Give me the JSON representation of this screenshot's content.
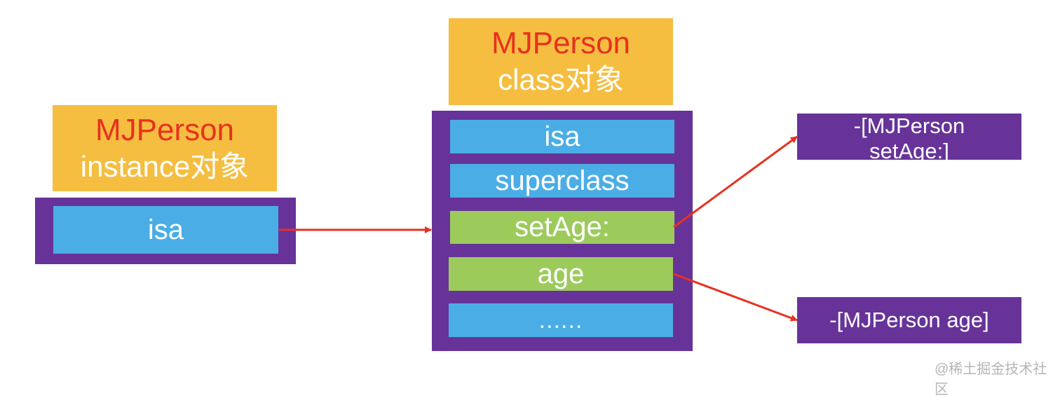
{
  "instance_object": {
    "class_name": "MJPerson",
    "kind_label": "instance对象",
    "fields": [
      "isa"
    ]
  },
  "class_object": {
    "class_name": "MJPerson",
    "kind_label": "class对象",
    "fields": [
      "isa",
      "superclass",
      "setAge:",
      "age",
      "......"
    ]
  },
  "methods": {
    "set_age_line1": "-[MJPerson",
    "set_age_line2": "setAge:]",
    "age": "-[MJPerson age]"
  },
  "watermark": "@稀土掘金技术社区",
  "colors": {
    "title_bg": "#f5be41",
    "container_bg": "#673399",
    "pointer_field": "#4aade6",
    "method_field": "#9ccb5c",
    "arrow": "#e8311f",
    "class_name_text": "#e8311f"
  },
  "edges": [
    {
      "from": "instance.isa",
      "to": "class_object"
    },
    {
      "from": "class.setAge:",
      "to": "method.setAge"
    },
    {
      "from": "class.age",
      "to": "method.age"
    }
  ]
}
